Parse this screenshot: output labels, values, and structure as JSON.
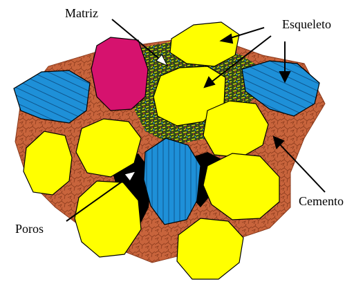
{
  "labels": {
    "matriz": "Matriz",
    "esqueleto": "Esqueleto",
    "cemento": "Cemento",
    "poros": "Poros"
  },
  "colors": {
    "cement": "#c8643c",
    "cement_lines": "#8a3a1c",
    "quartz_grain": "#ffff00",
    "feldspar_grain": "#1e90d8",
    "lithic_grain": "#d6126e",
    "matrix": "#2f4a1c",
    "pore": "#000000",
    "outline": "#000000"
  }
}
